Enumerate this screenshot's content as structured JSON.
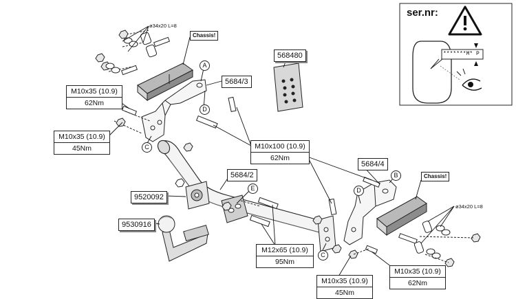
{
  "serial_panel": {
    "title": "ser.nr:",
    "code": "*******M* P",
    "icons": [
      "warning-triangle-icon",
      "eye-icon"
    ]
  },
  "part_numbers": {
    "kit_card": "568480",
    "bracket_left": "5684/3",
    "crossbar": "5684/2",
    "bracket_right": "5684/4",
    "socket_plate": "9520092",
    "towball": "9530916"
  },
  "chassis_labels": {
    "left": "Chassis!",
    "right": "Chassis!"
  },
  "spacer_labels": {
    "left": "ø34x20 L=8",
    "right": "ø34x20 L=8"
  },
  "bolt_specs": {
    "upper_left": {
      "size": "M10x35 (10.9)",
      "torque": "62Nm"
    },
    "mid_left": {
      "size": "M10x35 (10.9)",
      "torque": "45Nm"
    },
    "center": {
      "size": "M10x100 (10.9)",
      "torque": "62Nm"
    },
    "ball_mount": {
      "size": "M12x65 (10.9)",
      "torque": "95Nm"
    },
    "bottom_center": {
      "size": "M10x35 (10.9)",
      "torque": "45Nm"
    },
    "bottom_right": {
      "size": "M10x35 (10.9)",
      "torque": "62Nm"
    }
  },
  "point_markers": {
    "a": "A",
    "b": "B",
    "c_left": "C",
    "c_right": "C",
    "d_left": "D",
    "d_right": "D",
    "e": "E"
  }
}
